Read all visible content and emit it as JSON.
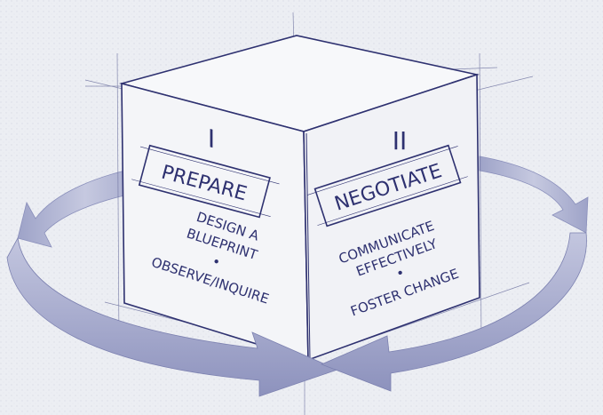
{
  "face_left": {
    "numeral": "I",
    "title": "PREPARE",
    "line1": "DESIGN A",
    "line2": "BLUEPRINT",
    "bullet": "•",
    "line3": "OBSERVE/INQUIRE"
  },
  "face_right": {
    "numeral": "II",
    "title": "NEGOTIATE",
    "line1": "COMMUNICATE",
    "line2": "EFFECTIVELY",
    "bullet": "•",
    "line3": "FOSTER CHANGE"
  },
  "colors": {
    "background": "#eceef3",
    "ink": "#2e3170",
    "arrow_fill": "#aeb2d2",
    "arrow_dark": "#7c81b0",
    "face_left": "#f4f5f8",
    "face_right": "#f1f2f6",
    "face_top": "#f7f8fa"
  },
  "icons": [
    "circular-arrow-icon"
  ]
}
